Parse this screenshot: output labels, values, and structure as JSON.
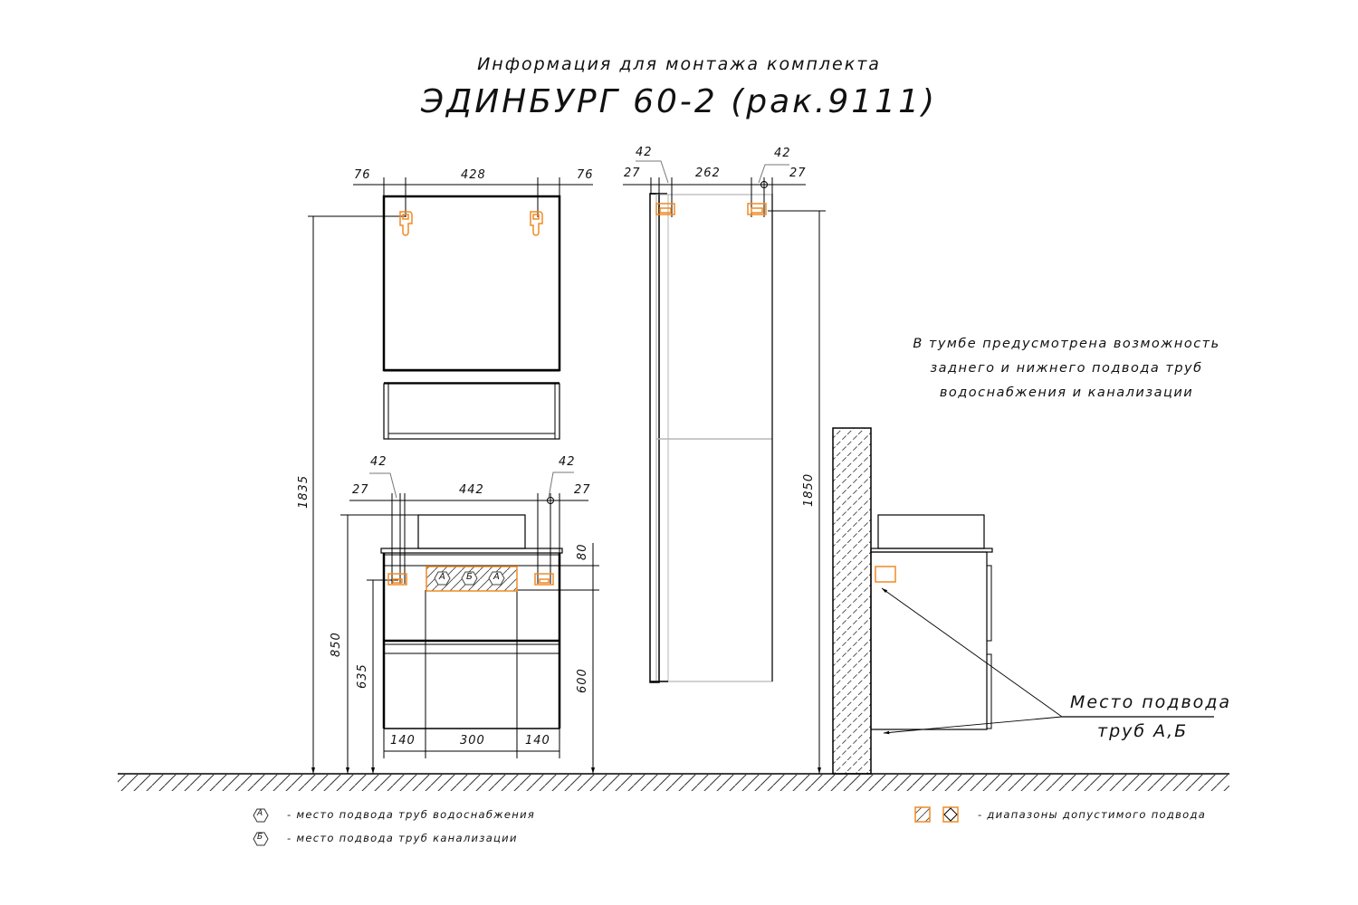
{
  "header": {
    "subtitle": "Информация для монтажа комплекта",
    "title": "ЭДИНБУРГ 60-2 (рак.9111)"
  },
  "colors": {
    "line": "#000000",
    "accent_orange": "#f08a24",
    "grey_line": "#b5b5b5",
    "background": "#ffffff"
  },
  "mirror_cabinet": {
    "dims_top": [
      "76",
      "428",
      "76"
    ],
    "height": "1835"
  },
  "tall_cabinet": {
    "dims_top": [
      "27",
      "42",
      "262",
      "42",
      "27"
    ],
    "height": "1850"
  },
  "vanity": {
    "dims_top": [
      "27",
      "42",
      "442",
      "42",
      "27"
    ],
    "dims_bottom": [
      "140",
      "300",
      "140"
    ],
    "dims_left": [
      "850",
      "635"
    ],
    "dims_right": [
      "80",
      "600"
    ],
    "markers": [
      "А",
      "Б",
      "А"
    ]
  },
  "note": {
    "lines": [
      "В тумбе предусмотрена возможность",
      "заднего и нижнего подвода труб",
      "водоснабжения и канализации"
    ]
  },
  "callout": {
    "line1": "Место подвода",
    "line2": "труб А,Б"
  },
  "legend": {
    "items": [
      {
        "symbol": "А",
        "text": "- место подвода труб водоснабжения"
      },
      {
        "symbol": "Б",
        "text": "- место подвода труб канализации"
      }
    ],
    "range_text": "- диапазоны допустимого подвода"
  }
}
